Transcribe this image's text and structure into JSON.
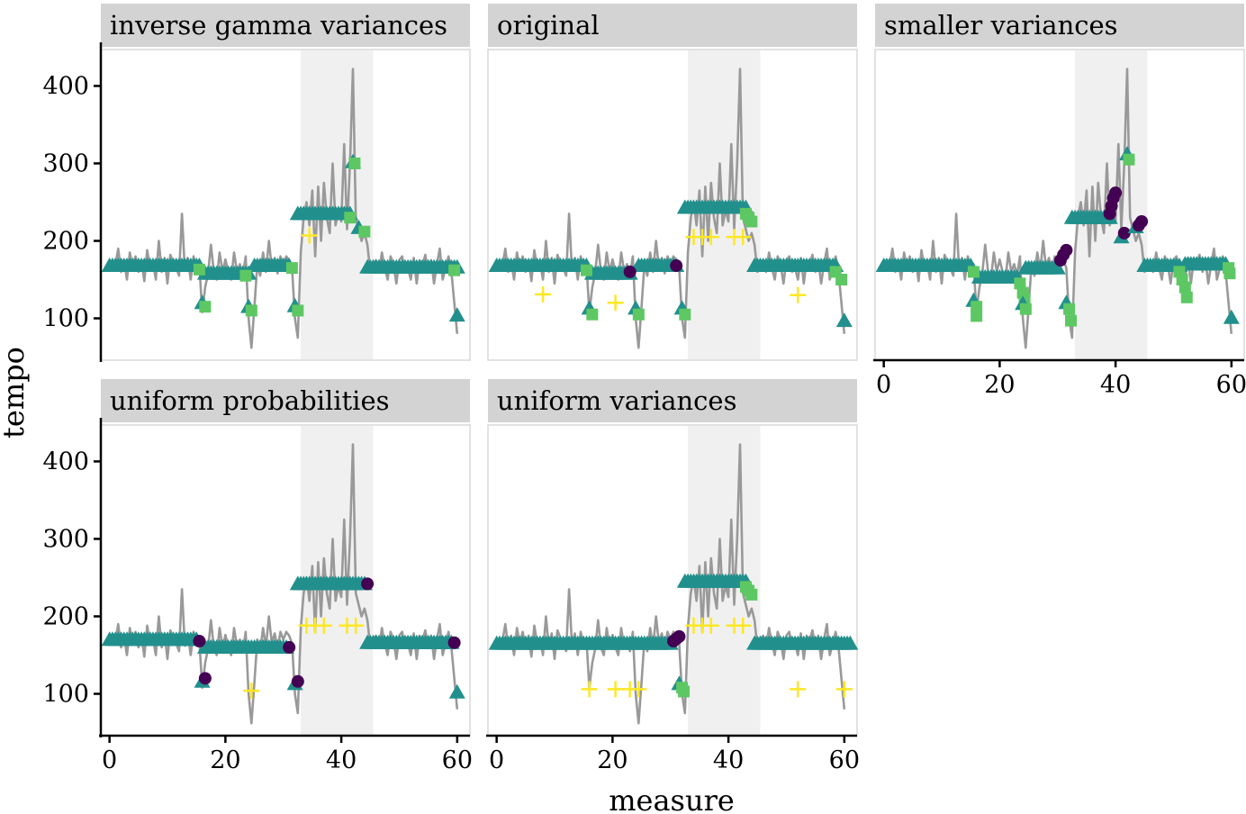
{
  "chart_data": {
    "type": "line",
    "xlabel": "measure",
    "ylabel": "tempo",
    "xlim": [
      -1.5,
      62.2
    ],
    "ylim": [
      46,
      447
    ],
    "xticks": [
      0,
      20,
      40,
      60
    ],
    "yticks": [
      100,
      200,
      300,
      400
    ],
    "shaded_region": [
      33,
      45.5
    ],
    "colors": {
      "raw_line": "#999999",
      "state_a": "#440154",
      "state_b": "#21908C",
      "state_c": "#5DC863",
      "state_d": "#FDE725",
      "strip": "#D3D3D3",
      "shade": "#F0F0F0"
    },
    "legend": "none",
    "grid": false,
    "raw_tempo": [
      [
        1,
        168
      ],
      [
        1.5,
        190
      ],
      [
        2,
        160
      ],
      [
        2.5,
        175
      ],
      [
        3,
        150
      ],
      [
        3.5,
        185
      ],
      [
        4,
        165
      ],
      [
        4.5,
        180
      ],
      [
        5,
        160
      ],
      [
        5.5,
        175
      ],
      [
        6,
        148
      ],
      [
        6.5,
        188
      ],
      [
        7,
        165
      ],
      [
        7.5,
        172
      ],
      [
        8,
        150
      ],
      [
        8.5,
        200
      ],
      [
        9,
        160
      ],
      [
        9.5,
        178
      ],
      [
        10,
        145
      ],
      [
        10.5,
        182
      ],
      [
        11,
        172
      ],
      [
        11.5,
        165
      ],
      [
        12,
        155
      ],
      [
        12.5,
        235
      ],
      [
        13,
        162
      ],
      [
        13.5,
        178
      ],
      [
        14,
        150
      ],
      [
        14.5,
        180
      ],
      [
        15,
        163
      ],
      [
        15.5,
        170
      ],
      [
        16,
        108
      ],
      [
        16.5,
        140
      ],
      [
        17,
        158
      ],
      [
        17.5,
        195
      ],
      [
        18,
        160
      ],
      [
        18.5,
        150
      ],
      [
        19,
        185
      ],
      [
        19.5,
        160
      ],
      [
        20,
        176
      ],
      [
        20.5,
        160
      ],
      [
        21,
        150
      ],
      [
        21.5,
        185
      ],
      [
        22,
        160
      ],
      [
        22.5,
        170
      ],
      [
        23,
        155
      ],
      [
        23.5,
        180
      ],
      [
        24,
        100
      ],
      [
        24.5,
        62
      ],
      [
        25,
        115
      ],
      [
        25.5,
        170
      ],
      [
        26,
        155
      ],
      [
        26.5,
        185
      ],
      [
        27,
        160
      ],
      [
        27.5,
        200
      ],
      [
        28,
        165
      ],
      [
        28.5,
        178
      ],
      [
        29,
        158
      ],
      [
        29.5,
        180
      ],
      [
        30,
        170
      ],
      [
        30.5,
        180
      ],
      [
        31,
        175
      ],
      [
        31.5,
        165
      ],
      [
        32,
        100
      ],
      [
        32.5,
        75
      ],
      [
        33,
        185
      ],
      [
        33.5,
        230
      ],
      [
        34,
        250
      ],
      [
        34.5,
        220
      ],
      [
        35,
        265
      ],
      [
        35.5,
        180
      ],
      [
        36,
        270
      ],
      [
        36.5,
        200
      ],
      [
        37,
        275
      ],
      [
        37.5,
        230
      ],
      [
        38,
        210
      ],
      [
        38.5,
        300
      ],
      [
        39,
        220
      ],
      [
        39.5,
        240
      ],
      [
        40,
        225
      ],
      [
        40.5,
        325
      ],
      [
        41,
        215
      ],
      [
        41.5,
        300
      ],
      [
        42,
        422
      ],
      [
        42.5,
        230
      ],
      [
        43,
        215
      ],
      [
        43.5,
        200
      ],
      [
        44,
        210
      ],
      [
        44.5,
        195
      ],
      [
        45,
        160
      ],
      [
        45.5,
        170
      ],
      [
        46,
        175
      ],
      [
        46.5,
        160
      ],
      [
        47,
        185
      ],
      [
        47.5,
        165
      ],
      [
        48,
        150
      ],
      [
        48.5,
        180
      ],
      [
        49,
        170
      ],
      [
        49.5,
        145
      ],
      [
        50,
        175
      ],
      [
        50.5,
        180
      ],
      [
        51,
        160
      ],
      [
        51.5,
        165
      ],
      [
        52,
        150
      ],
      [
        52.5,
        178
      ],
      [
        53,
        145
      ],
      [
        53.5,
        175
      ],
      [
        54,
        168
      ],
      [
        54.5,
        182
      ],
      [
        55,
        160
      ],
      [
        55.5,
        175
      ],
      [
        56,
        145
      ],
      [
        56.5,
        170
      ],
      [
        57,
        190
      ],
      [
        57.5,
        150
      ],
      [
        58,
        165
      ],
      [
        58.5,
        180
      ],
      [
        59,
        160
      ],
      [
        59.5,
        120
      ],
      [
        60,
        80
      ]
    ],
    "panels": [
      {
        "title": "inverse gamma variances",
        "runs": [
          {
            "state": "b",
            "from": 0,
            "to": 15.5,
            "value": 168
          },
          {
            "state": "b",
            "from": 16.5,
            "to": 24,
            "value": 158
          },
          {
            "state": "b",
            "from": 25,
            "to": 31,
            "value": 168
          },
          {
            "state": "b",
            "from": 32.5,
            "to": 41.5,
            "value": 235
          },
          {
            "state": "b",
            "from": 44.5,
            "to": 60,
            "value": 166
          }
        ],
        "points": [
          {
            "state": "c",
            "x": 15.5,
            "y": 163
          },
          {
            "state": "b",
            "x": 16,
            "y": 120
          },
          {
            "state": "c",
            "x": 16.5,
            "y": 115
          },
          {
            "state": "c",
            "x": 23.5,
            "y": 155
          },
          {
            "state": "b",
            "x": 24,
            "y": 115
          },
          {
            "state": "c",
            "x": 24.5,
            "y": 110
          },
          {
            "state": "c",
            "x": 31.5,
            "y": 165
          },
          {
            "state": "b",
            "x": 32,
            "y": 116
          },
          {
            "state": "c",
            "x": 32.5,
            "y": 110
          },
          {
            "state": "d",
            "x": 34.5,
            "y": 207
          },
          {
            "state": "b",
            "x": 42,
            "y": 302
          },
          {
            "state": "c",
            "x": 42.3,
            "y": 300
          },
          {
            "state": "c",
            "x": 41.5,
            "y": 230
          },
          {
            "state": "b",
            "x": 43,
            "y": 217
          },
          {
            "state": "c",
            "x": 44,
            "y": 212
          },
          {
            "state": "c",
            "x": 59.5,
            "y": 162
          },
          {
            "state": "b",
            "x": 60,
            "y": 104
          }
        ]
      },
      {
        "title": "original",
        "runs": [
          {
            "state": "b",
            "from": 0,
            "to": 15.5,
            "value": 168
          },
          {
            "state": "b",
            "from": 16.5,
            "to": 23,
            "value": 158
          },
          {
            "state": "b",
            "from": 24.5,
            "to": 31,
            "value": 168
          },
          {
            "state": "b",
            "from": 32.5,
            "to": 43,
            "value": 243
          },
          {
            "state": "b",
            "from": 44.5,
            "to": 58.5,
            "value": 168
          }
        ],
        "points": [
          {
            "state": "c",
            "x": 15.5,
            "y": 162
          },
          {
            "state": "b",
            "x": 16,
            "y": 113
          },
          {
            "state": "c",
            "x": 16.5,
            "y": 105
          },
          {
            "state": "a",
            "x": 23,
            "y": 160
          },
          {
            "state": "b",
            "x": 24,
            "y": 113
          },
          {
            "state": "c",
            "x": 24.5,
            "y": 105
          },
          {
            "state": "a",
            "x": 31,
            "y": 168
          },
          {
            "state": "b",
            "x": 32,
            "y": 113
          },
          {
            "state": "c",
            "x": 32.5,
            "y": 105
          },
          {
            "state": "c",
            "x": 43,
            "y": 235
          },
          {
            "state": "c",
            "x": 43.5,
            "y": 230
          },
          {
            "state": "c",
            "x": 44,
            "y": 225
          },
          {
            "state": "d",
            "x": 8,
            "y": 131
          },
          {
            "state": "d",
            "x": 20.5,
            "y": 120
          },
          {
            "state": "d",
            "x": 52,
            "y": 130
          },
          {
            "state": "d",
            "x": 34,
            "y": 205
          },
          {
            "state": "d",
            "x": 35.5,
            "y": 205
          },
          {
            "state": "d",
            "x": 37,
            "y": 205
          },
          {
            "state": "d",
            "x": 41,
            "y": 205
          },
          {
            "state": "d",
            "x": 42.5,
            "y": 205
          },
          {
            "state": "c",
            "x": 58.5,
            "y": 160
          },
          {
            "state": "c",
            "x": 59.5,
            "y": 150
          },
          {
            "state": "b",
            "x": 60,
            "y": 97
          }
        ]
      },
      {
        "title": "smaller variances",
        "runs": [
          {
            "state": "b",
            "from": 0,
            "to": 15,
            "value": 168
          },
          {
            "state": "b",
            "from": 16.5,
            "to": 23,
            "value": 153
          },
          {
            "state": "b",
            "from": 24.5,
            "to": 30,
            "value": 165
          },
          {
            "state": "b",
            "from": 32.5,
            "to": 39,
            "value": 230
          },
          {
            "state": "b",
            "from": 45,
            "to": 51,
            "value": 168
          },
          {
            "state": "b",
            "from": 52,
            "to": 59,
            "value": 170
          }
        ],
        "points": [
          {
            "state": "c",
            "x": 15.5,
            "y": 160
          },
          {
            "state": "b",
            "x": 15.5,
            "y": 123
          },
          {
            "state": "c",
            "x": 16,
            "y": 115
          },
          {
            "state": "c",
            "x": 16,
            "y": 103
          },
          {
            "state": "c",
            "x": 23.5,
            "y": 145
          },
          {
            "state": "c",
            "x": 24,
            "y": 133
          },
          {
            "state": "c",
            "x": 24.3,
            "y": 125
          },
          {
            "state": "b",
            "x": 24,
            "y": 119
          },
          {
            "state": "c",
            "x": 24.5,
            "y": 112
          },
          {
            "state": "a",
            "x": 30.5,
            "y": 175
          },
          {
            "state": "a",
            "x": 31,
            "y": 182
          },
          {
            "state": "a",
            "x": 31.5,
            "y": 188
          },
          {
            "state": "b",
            "x": 31.5,
            "y": 120
          },
          {
            "state": "c",
            "x": 32,
            "y": 112
          },
          {
            "state": "c",
            "x": 32.3,
            "y": 97
          },
          {
            "state": "a",
            "x": 39,
            "y": 235
          },
          {
            "state": "a",
            "x": 39.3,
            "y": 245
          },
          {
            "state": "a",
            "x": 39.6,
            "y": 255
          },
          {
            "state": "a",
            "x": 40,
            "y": 262
          },
          {
            "state": "b",
            "x": 41,
            "y": 205
          },
          {
            "state": "a",
            "x": 41.5,
            "y": 210
          },
          {
            "state": "b",
            "x": 42,
            "y": 312
          },
          {
            "state": "c",
            "x": 42.3,
            "y": 305
          },
          {
            "state": "b",
            "x": 43.5,
            "y": 218
          },
          {
            "state": "a",
            "x": 44,
            "y": 220
          },
          {
            "state": "a",
            "x": 44.5,
            "y": 225
          },
          {
            "state": "c",
            "x": 51,
            "y": 160
          },
          {
            "state": "c",
            "x": 51.5,
            "y": 150
          },
          {
            "state": "c",
            "x": 52,
            "y": 140
          },
          {
            "state": "c",
            "x": 52.3,
            "y": 127
          },
          {
            "state": "c",
            "x": 59.5,
            "y": 165
          },
          {
            "state": "c",
            "x": 59.7,
            "y": 158
          },
          {
            "state": "b",
            "x": 60,
            "y": 101
          }
        ]
      },
      {
        "title": "uniform probabilities",
        "runs": [
          {
            "state": "b",
            "from": 0,
            "to": 15,
            "value": 170
          },
          {
            "state": "b",
            "from": 16.5,
            "to": 30.5,
            "value": 160
          },
          {
            "state": "b",
            "from": 32.5,
            "to": 44,
            "value": 242
          },
          {
            "state": "b",
            "from": 44.5,
            "to": 59,
            "value": 166
          }
        ],
        "points": [
          {
            "state": "a",
            "x": 15.5,
            "y": 168
          },
          {
            "state": "b",
            "x": 16,
            "y": 116
          },
          {
            "state": "a",
            "x": 16.5,
            "y": 120
          },
          {
            "state": "d",
            "x": 24.5,
            "y": 104
          },
          {
            "state": "a",
            "x": 31,
            "y": 160
          },
          {
            "state": "b",
            "x": 32,
            "y": 113
          },
          {
            "state": "a",
            "x": 32.5,
            "y": 116
          },
          {
            "state": "d",
            "x": 34,
            "y": 188
          },
          {
            "state": "d",
            "x": 35.5,
            "y": 188
          },
          {
            "state": "d",
            "x": 37,
            "y": 188
          },
          {
            "state": "d",
            "x": 41,
            "y": 188
          },
          {
            "state": "d",
            "x": 42.5,
            "y": 188
          },
          {
            "state": "a",
            "x": 44.5,
            "y": 242
          },
          {
            "state": "a",
            "x": 59.5,
            "y": 166
          },
          {
            "state": "b",
            "x": 60,
            "y": 102
          }
        ]
      },
      {
        "title": "uniform variances",
        "runs": [
          {
            "state": "b",
            "from": 0,
            "to": 30,
            "value": 165
          },
          {
            "state": "b",
            "from": 32.5,
            "to": 43,
            "value": 245
          },
          {
            "state": "b",
            "from": 44.5,
            "to": 61,
            "value": 165
          }
        ],
        "points": [
          {
            "state": "a",
            "x": 30.5,
            "y": 168
          },
          {
            "state": "a",
            "x": 31,
            "y": 171
          },
          {
            "state": "a",
            "x": 31.5,
            "y": 174
          },
          {
            "state": "b",
            "x": 31.5,
            "y": 113
          },
          {
            "state": "c",
            "x": 32,
            "y": 108
          },
          {
            "state": "c",
            "x": 32.3,
            "y": 103
          },
          {
            "state": "d",
            "x": 16,
            "y": 106
          },
          {
            "state": "d",
            "x": 20.5,
            "y": 106
          },
          {
            "state": "d",
            "x": 23,
            "y": 106
          },
          {
            "state": "d",
            "x": 24.5,
            "y": 106
          },
          {
            "state": "d",
            "x": 34,
            "y": 188
          },
          {
            "state": "d",
            "x": 35.5,
            "y": 188
          },
          {
            "state": "d",
            "x": 37,
            "y": 188
          },
          {
            "state": "d",
            "x": 41,
            "y": 188
          },
          {
            "state": "d",
            "x": 42.5,
            "y": 188
          },
          {
            "state": "c",
            "x": 43,
            "y": 238
          },
          {
            "state": "c",
            "x": 43.5,
            "y": 233
          },
          {
            "state": "c",
            "x": 44,
            "y": 228
          },
          {
            "state": "d",
            "x": 52,
            "y": 106
          },
          {
            "state": "d",
            "x": 60,
            "y": 106
          }
        ]
      }
    ]
  }
}
